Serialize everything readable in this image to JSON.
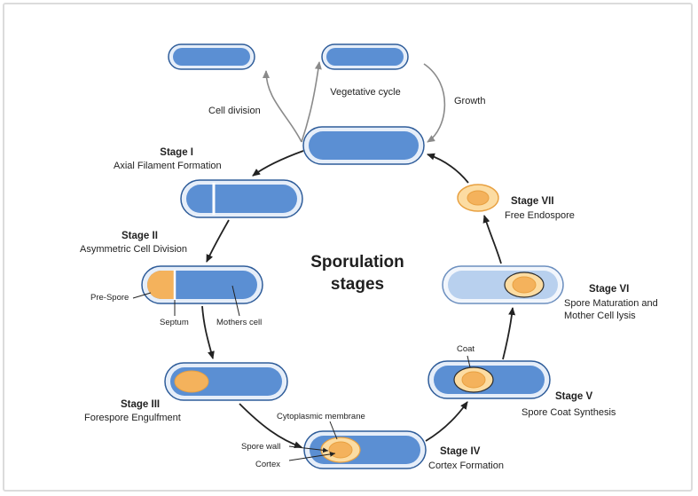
{
  "title": "Sporulation stages",
  "vegetative": {
    "center_label": "Vegetative cycle",
    "cell_division_label": "Cell division",
    "growth_label": "Growth"
  },
  "stages": [
    {
      "number": "Stage I",
      "name": "Axial Filament Formation"
    },
    {
      "number": "Stage II",
      "name": "Asymmetric Cell Division"
    },
    {
      "number": "Stage III",
      "name": "Forespore Engulfment"
    },
    {
      "number": "Stage IV",
      "name": "Cortex Formation"
    },
    {
      "number": "Stage V",
      "name": "Spore Coat Synthesis"
    },
    {
      "number": "Stage VI",
      "name": "Spore Maturation and Mother Cell lysis"
    },
    {
      "number": "Stage VII",
      "name": "Free Endospore"
    }
  ],
  "parts": {
    "pre_spore": "Pre-Spore",
    "septum": "Septum",
    "mothers_cell": "Mothers cell",
    "cytoplasmic_membrane": "Cytoplasmic membrane",
    "spore_wall": "Spore wall",
    "cortex": "Cortex",
    "coat": "Coat"
  },
  "colors": {
    "cell_fill": "#5b8fd3",
    "cell_outline": "#2f5d9a",
    "cell_halo": "#e6eef9",
    "spore_fill": "#f4b25c",
    "spore_light": "#fcdca2",
    "lysis_fill": "#b8d0ee",
    "arrow": "#222222",
    "vegetative_arrow": "#8a8a8a"
  }
}
